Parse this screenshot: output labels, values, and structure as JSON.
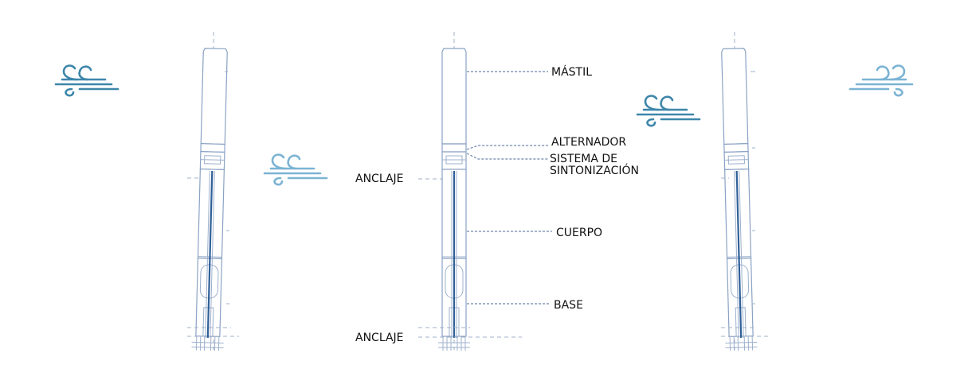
{
  "labels": {
    "mast": "MÁSTIL",
    "alternator": "ALTERNADOR",
    "tuning_line1": "SISTEMA DE",
    "tuning_line2": "SINTONIZACIÓN",
    "anchor_top": "ANCLAJE",
    "body": "CUERPO",
    "base": "BASE",
    "anchor_bottom": "ANCLAJE"
  },
  "icons": {
    "left": "wind-icon",
    "center_left": "wind-icon",
    "center_right": "wind-icon",
    "right": "wind-icon"
  },
  "colors": {
    "wind_dark": "#3d86aa",
    "wind_light": "#7bb3d3",
    "outline": "#8aa2c4",
    "core": "#2f5f98",
    "guide": "#9fb0c8"
  }
}
